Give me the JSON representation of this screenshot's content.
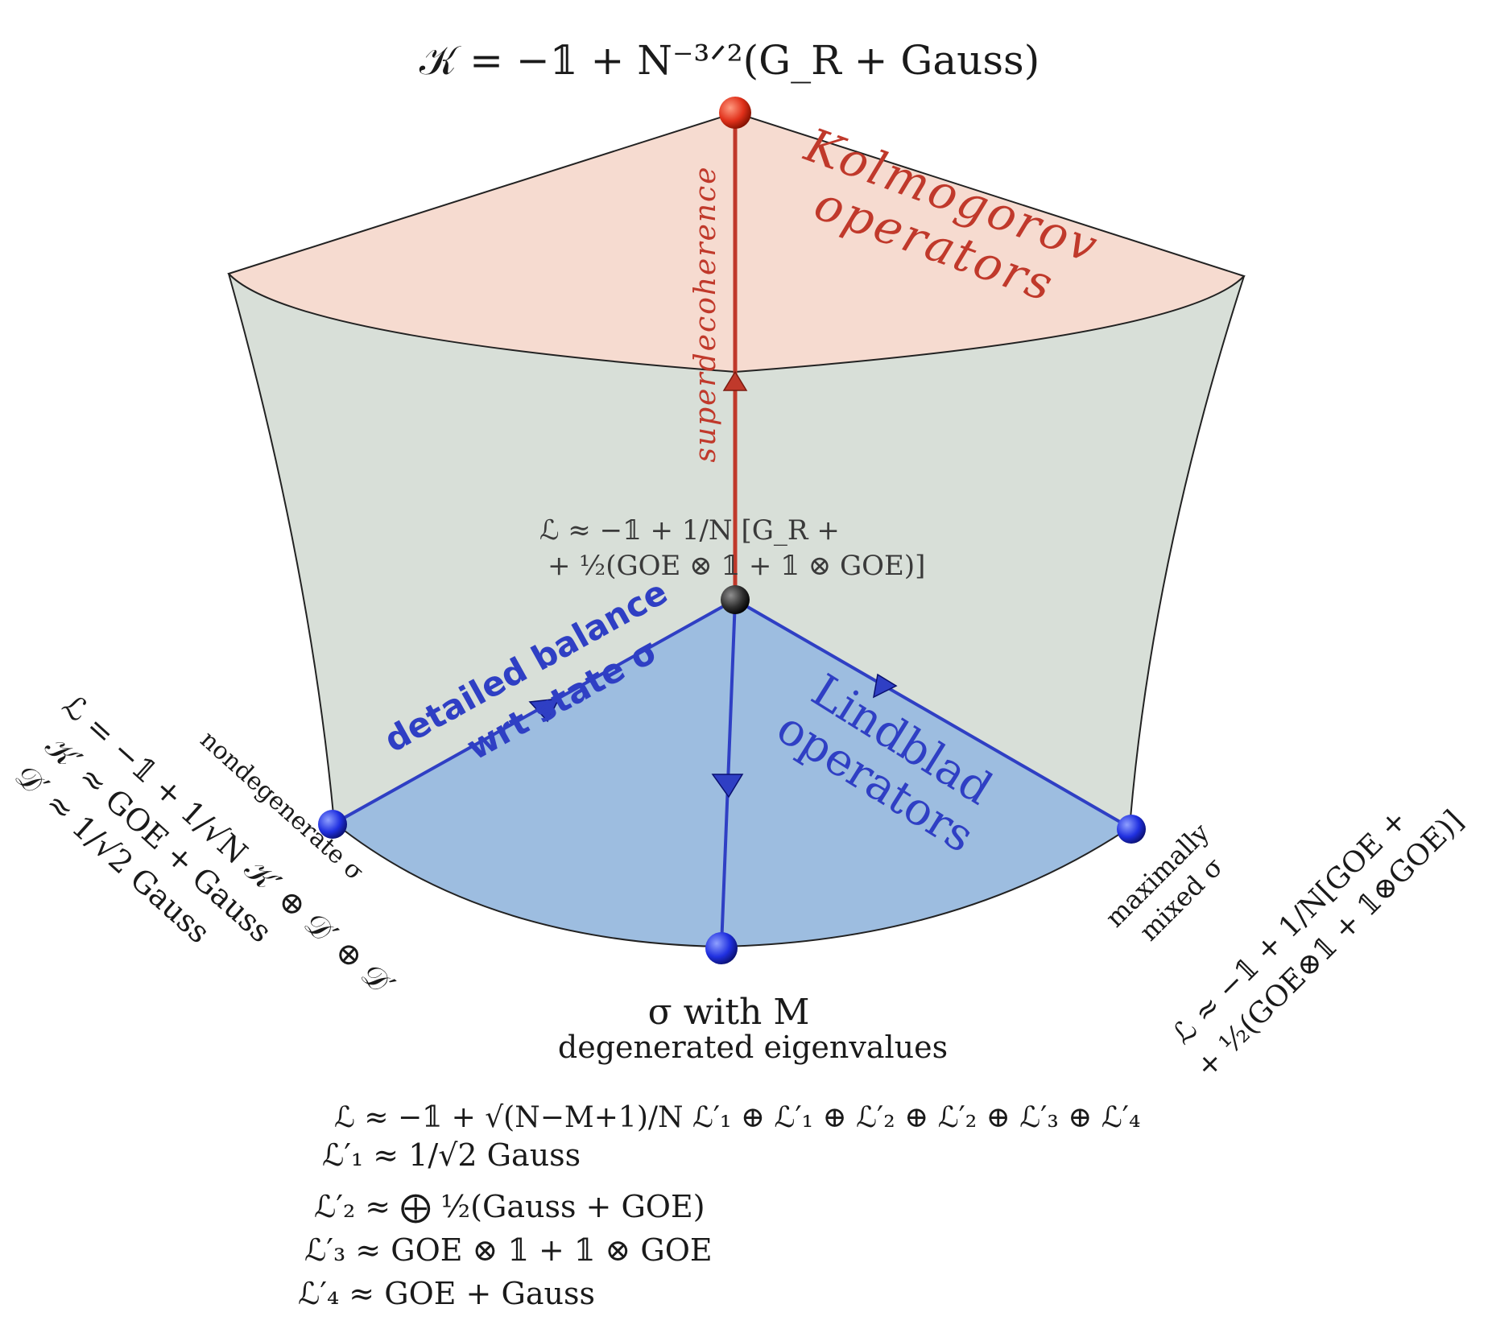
{
  "top_formula": "𝒦 = −𝟙 + N⁻³ᐟ²(G_R + Gauss)",
  "kolmogorov_label": [
    "Kolmogorov",
    "operators"
  ],
  "superdecoherence_label": "superdecoherence",
  "center_formula": [
    "ℒ ≈ −𝟙 + 1/N [G_R +",
    "+ ½(GOE ⊗ 𝟙 + 𝟙 ⊗ GOE)]"
  ],
  "detailed_balance_label": [
    "detailed balance",
    "wrt state σ"
  ],
  "lindblad_label": [
    "Lindblad",
    "operators"
  ],
  "left_corner": {
    "title": "nondegenerate σ",
    "formulas": [
      "ℒ = −𝟙 + 1/√N 𝒦′ ⊕ 𝒟′ ⊕ 𝒟′",
      "𝒦′ ≈ GOE + Gauss",
      "𝒟′ ≈ 1/√2 Gauss"
    ]
  },
  "right_corner": {
    "title": [
      "maximally",
      "mixed σ"
    ],
    "formulas": [
      "ℒ ≈ −𝟙 + 1/N[GOE +",
      "+ ½(GOE⊗𝟙 + 𝟙⊗GOE)]"
    ]
  },
  "bottom_corner": {
    "title": [
      "σ with M",
      "degenerated eigenvalues"
    ],
    "formulas": [
      "ℒ ≈ −𝟙 + √(N−M+1)/N ℒ′₁ ⊕ ℒ′₁ ⊕ ℒ′₂ ⊕ ℒ′₂ ⊕ ℒ′₃ ⊕ ℒ′₄",
      "ℒ′₁ ≈ 1/√2 Gauss",
      "ℒ′₂ ≈ ⨁ ½(Gauss + GOE)",
      "ℒ′₃ ≈ GOE ⊗ 𝟙 + 𝟙 ⊗ GOE",
      "ℒ′₄ ≈ GOE + Gauss"
    ]
  },
  "colors": {
    "kolmogorov_fill": "#f6dbd0",
    "side_fill": "#d8dfd8",
    "lindblad_fill": "#9dbde0",
    "red": "#c0392b",
    "blue": "#2f3fc4",
    "edge": "#222222"
  }
}
